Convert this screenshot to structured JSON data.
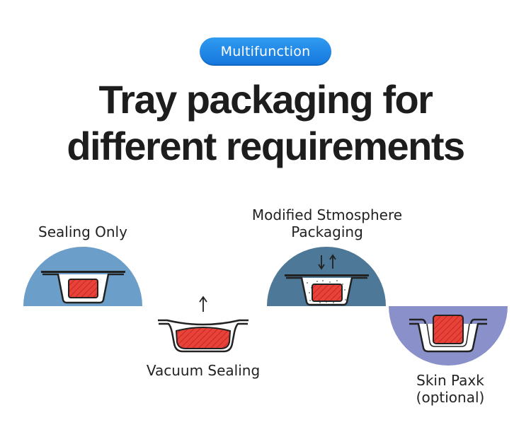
{
  "badge": "Multifunction",
  "title": {
    "line1": "Tray packaging for",
    "line2": "different requirements"
  },
  "methods": {
    "sealing_only": "Sealing Only",
    "vacuum": "Vacuum Sealing",
    "map_line1": "Modified Stmosphere",
    "map_line2": "Packaging",
    "skin_line1": "Skin Paxk",
    "skin_line2": "(optional)"
  },
  "colors": {
    "accent": "#1e86e6",
    "dome_blue": "#6b9ec8",
    "dome_teal": "#4d7897",
    "dome_purple": "#8a91ca",
    "food": "#e8423a",
    "tray": "#ffffff",
    "outline": "#222222"
  },
  "icons": [
    "arrow-up-icon",
    "arrow-down-icon"
  ]
}
